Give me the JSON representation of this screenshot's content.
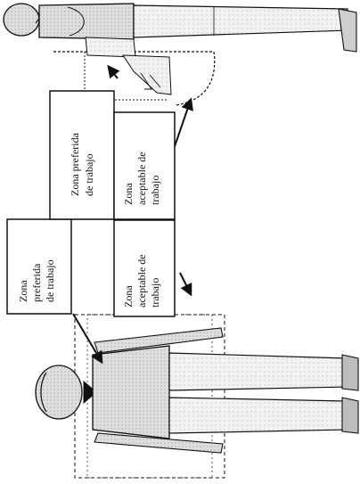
{
  "labels": {
    "front_preferida": [
      "Zona",
      "preferida",
      "de trabajo"
    ],
    "front_aceptable": [
      "Zona",
      "aceptable de",
      "trabajo"
    ],
    "side_preferida": [
      "Zona preferida",
      "de trabajo"
    ],
    "side_aceptable": [
      "Zona",
      "aceptable de",
      "trabajo"
    ]
  },
  "colors": {
    "ink": "#111111",
    "figure_fill": "#d9d9d9",
    "figure_fill_light": "#eeeeee",
    "box_fill": "#ffffff"
  }
}
